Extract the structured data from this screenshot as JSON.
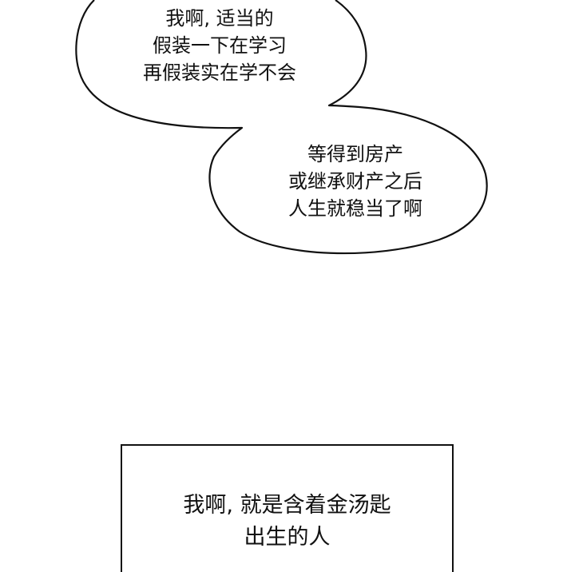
{
  "panel": {
    "background": "#ffffff",
    "ink_color": "#111111"
  },
  "bubble1": {
    "lines": [
      "我啊, 适当的",
      "假装一下在学习",
      "再假装实在学不会"
    ]
  },
  "bubble2": {
    "lines": [
      "等得到房产",
      "或继承财产之后",
      "人生就稳当了啊"
    ]
  },
  "caption": {
    "lines": [
      "我啊, 就是含着金汤匙",
      "出生的人"
    ]
  }
}
